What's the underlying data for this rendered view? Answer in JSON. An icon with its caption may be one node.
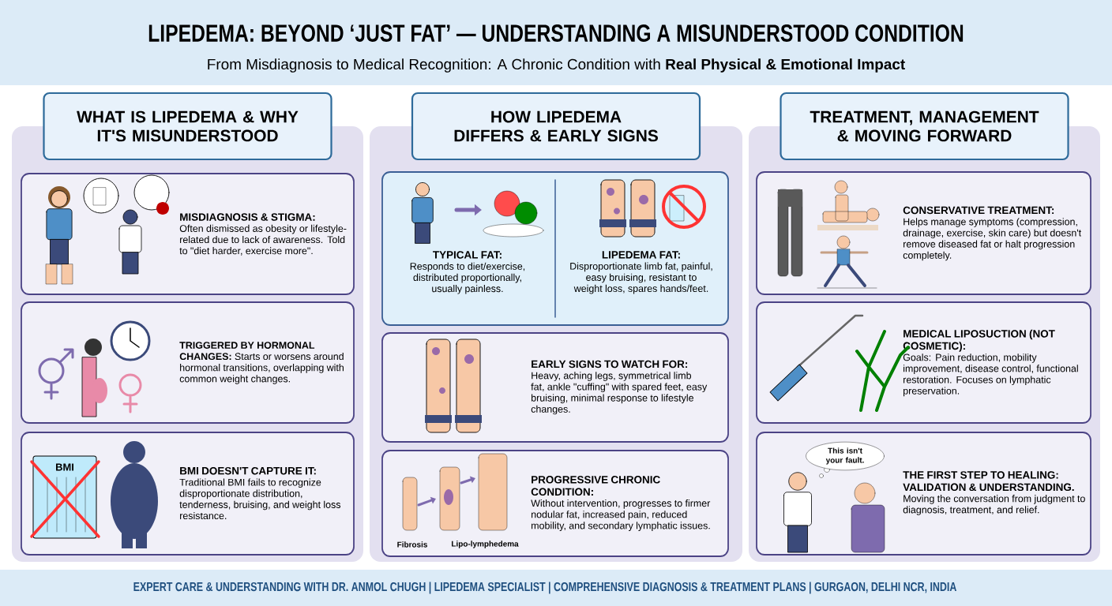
{
  "diagram": {
    "title": "LIPEDEMA: BEYOND ‘JUST FAT’ — UNDERSTANDING A MISUNDERSTOOD CONDITION",
    "nodes": [
      {
        "text": [
          "WHAT IS LIPEDEMA & WHY IT'S MISUNDERSTOOD"
        ]
      },
      {
        "text": [
          "MISDIAGNOSIS & STIGMA:",
          "Often dismissed as obesity or lifestyle-related due to lack of awareness. Told to \"diet harder, exercise more\"."
        ],
        "in": 0
      },
      {
        "text": [
          "**TRIGGERED BY HORMONAL CHANGES:** Starts or worsens around hormonal transitions, overlapping with common weight changes."
        ],
        "in": 0
      },
      {
        "text": [
          "BMI DOESN'T CAPTURE IT:",
          "Traditional BMI fails to recognize disproportionate distribution, tenderness, bruising, and weight loss resistance."
        ],
        "in": 0
      },
      {
        "text": [
          "HOW LIPEDEMA DIFFERS & EARLY SIGNS"
        ]
      },
      {
        "text": [
          "TYPICAL FAT:",
          "Responds to diet/exercise, distributed proportionally, usually painless.",
          "LIPEDEMA FAT:",
          "Disproportionate limb fat, painful, easy bruising, resistant to weight loss, spares hands/feet."
        ],
        "in": 4
      },
      {
        "text": [
          "EARLY SIGNS TO WATCH FOR:",
          "Heavy, aching legs, symmetrical limb fat, ankle \"cuffing\" with spared feet, easy bruising, minimal response to lifestyle changes."
        ],
        "in": 4
      },
      {
        "text": [
          "PROGRESSIVE CHRONIC CONDITION:",
          "Without intervention, progresses to firmer nodular fat, increased pain, reduced mobility, and secondary lymphatic issues."
        ],
        "in": 4
      },
      {
        "text": [
          "TREATMENT, MANAGEMENT & MOVING FORWARD"
        ]
      },
      {
        "text": [
          "CONSERVATIVE TREATMENT:",
          "Helps manage symptoms (compression, drainage, exercise, skin care) but doesn't remove diseased fat or halt progression completely."
        ],
        "in": 8
      },
      {
        "text": [
          "MEDICAL LIPOSUCTION (NOT COSMETIC):",
          "Goals: Pain reduction, mobility improvement, disease control, functional restoration. Focuses on lymphatic preservation."
        ],
        "in": 8
      },
      {
        "text": [
          "THE FIRST STEP TO HEALING: VALIDATION & UNDERSTANDING.",
          "Moving the conversation from judgment to diagnosis, treatment, and relief."
        ],
        "in": 8
      }
    ],
    "labels": [
      "From Misdiagnosis to Medical Recognition: A Chronic Condition with **Real Physical & Emotional Impact**",
      "BMI",
      "Fibrosis",
      "Lipo-lymphedema",
      "This isn't your fault.",
      "EXPERT CARE & UNDERSTANDING WITH DR. ANMOL CHUGH | LIPEDEMA SPECIALIST | COMPREHENSIVE DIAGNOSIS & TREATMENT PLANS | GURGAON, DELHI NCR, INDIA"
    ]
  }
}
